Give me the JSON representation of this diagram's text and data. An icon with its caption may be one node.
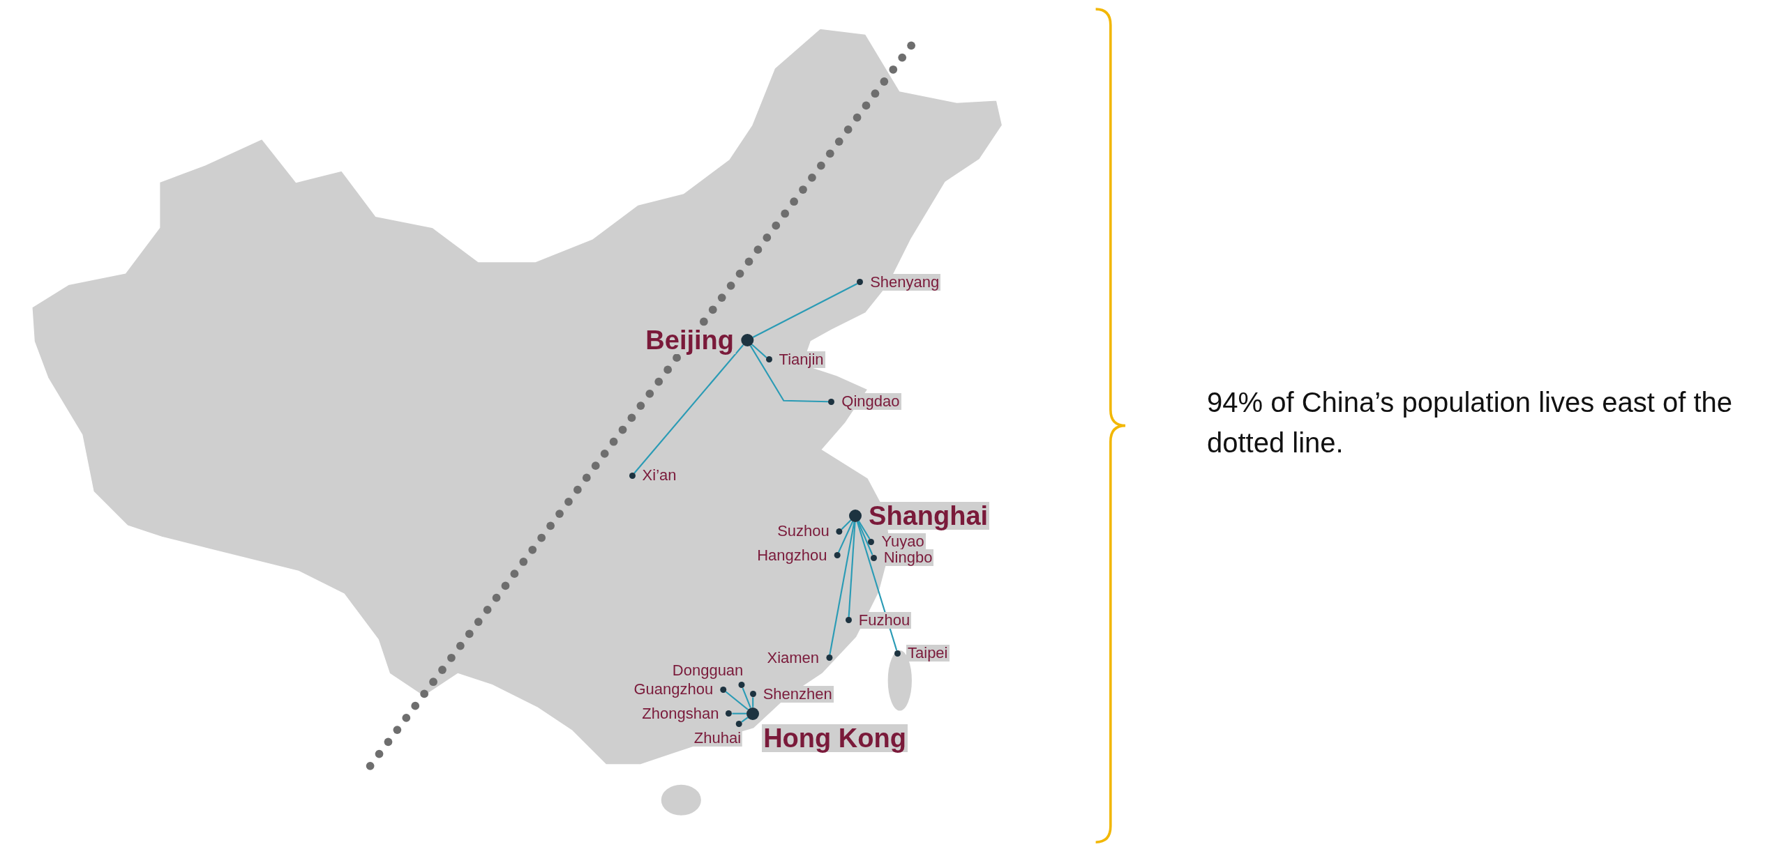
{
  "diagram": {
    "nodes": [
      {
        "text": [
          "Shenyang"
        ]
      },
      {
        "text": [
          "Beijing"
        ]
      },
      {
        "text": [
          "Tianjin"
        ]
      },
      {
        "text": [
          "Qingdao"
        ]
      },
      {
        "text": [
          "Xi’an"
        ]
      },
      {
        "text": [
          "Shanghai"
        ]
      },
      {
        "text": [
          "Suzhou"
        ]
      },
      {
        "text": [
          "Yuyao"
        ]
      },
      {
        "text": [
          "Hangzhou"
        ]
      },
      {
        "text": [
          "Ningbo"
        ]
      },
      {
        "text": [
          "Fuzhou"
        ]
      },
      {
        "text": [
          "Xiamen"
        ]
      },
      {
        "text": [
          "Taipei"
        ]
      },
      {
        "text": [
          "Dongguan"
        ]
      },
      {
        "text": [
          "Guangzhou"
        ]
      },
      {
        "text": [
          "Shenzhen"
        ]
      },
      {
        "text": [
          "Zhongshan"
        ]
      },
      {
        "text": [
          "Hong Kong"
        ]
      },
      {
        "text": [
          "Zhuhai"
        ]
      }
    ],
    "edges": [
      {
        "from": 1,
        "to": 0,
        "arrow": "none"
      },
      {
        "from": 1,
        "to": 2,
        "arrow": "none"
      },
      {
        "from": 1,
        "to": 3,
        "arrow": "none"
      },
      {
        "from": 1,
        "to": 4,
        "arrow": "none"
      },
      {
        "from": 5,
        "to": 6,
        "arrow": "none"
      },
      {
        "from": 5,
        "to": 7,
        "arrow": "none"
      },
      {
        "from": 5,
        "to": 8,
        "arrow": "none"
      },
      {
        "from": 5,
        "to": 9,
        "arrow": "none"
      },
      {
        "from": 5,
        "to": 10,
        "arrow": "none"
      },
      {
        "from": 5,
        "to": 11,
        "arrow": "none"
      },
      {
        "from": 5,
        "to": 12,
        "arrow": "none"
      },
      {
        "from": 17,
        "to": 13,
        "arrow": "none"
      },
      {
        "from": 17,
        "to": 14,
        "arrow": "none"
      },
      {
        "from": 17,
        "to": 15,
        "arrow": "none"
      },
      {
        "from": 17,
        "to": 16,
        "arrow": "none"
      },
      {
        "from": 17,
        "to": 18,
        "arrow": "none"
      }
    ],
    "labels": [
      "94% of China’s population lives east of the dotted line."
    ]
  }
}
